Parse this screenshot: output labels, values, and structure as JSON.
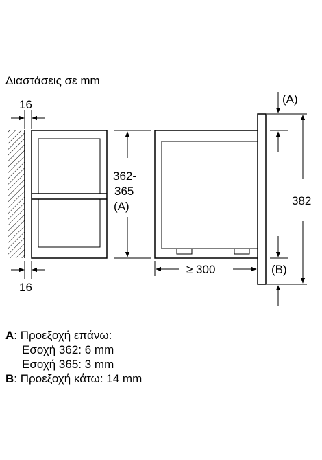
{
  "title": "Διαστάσεις σε mm",
  "dims": {
    "top_gap": "16",
    "bottom_gap": "16",
    "height_line1": "362-",
    "height_line2": "365",
    "height_ref": "(A)",
    "depth": "≥ 300",
    "total_height": "382",
    "ref_a": "(A)",
    "ref_b": "(B)"
  },
  "legend": {
    "a_key": "A",
    "a_text": ": Προεξοχή επάνω:",
    "a_sub1": "Εσοχή 362: 6 mm",
    "a_sub2": "Εσοχή 365: 3 mm",
    "b_key": "B",
    "b_text": ": Προεξοχή κάτω: 14 mm"
  }
}
